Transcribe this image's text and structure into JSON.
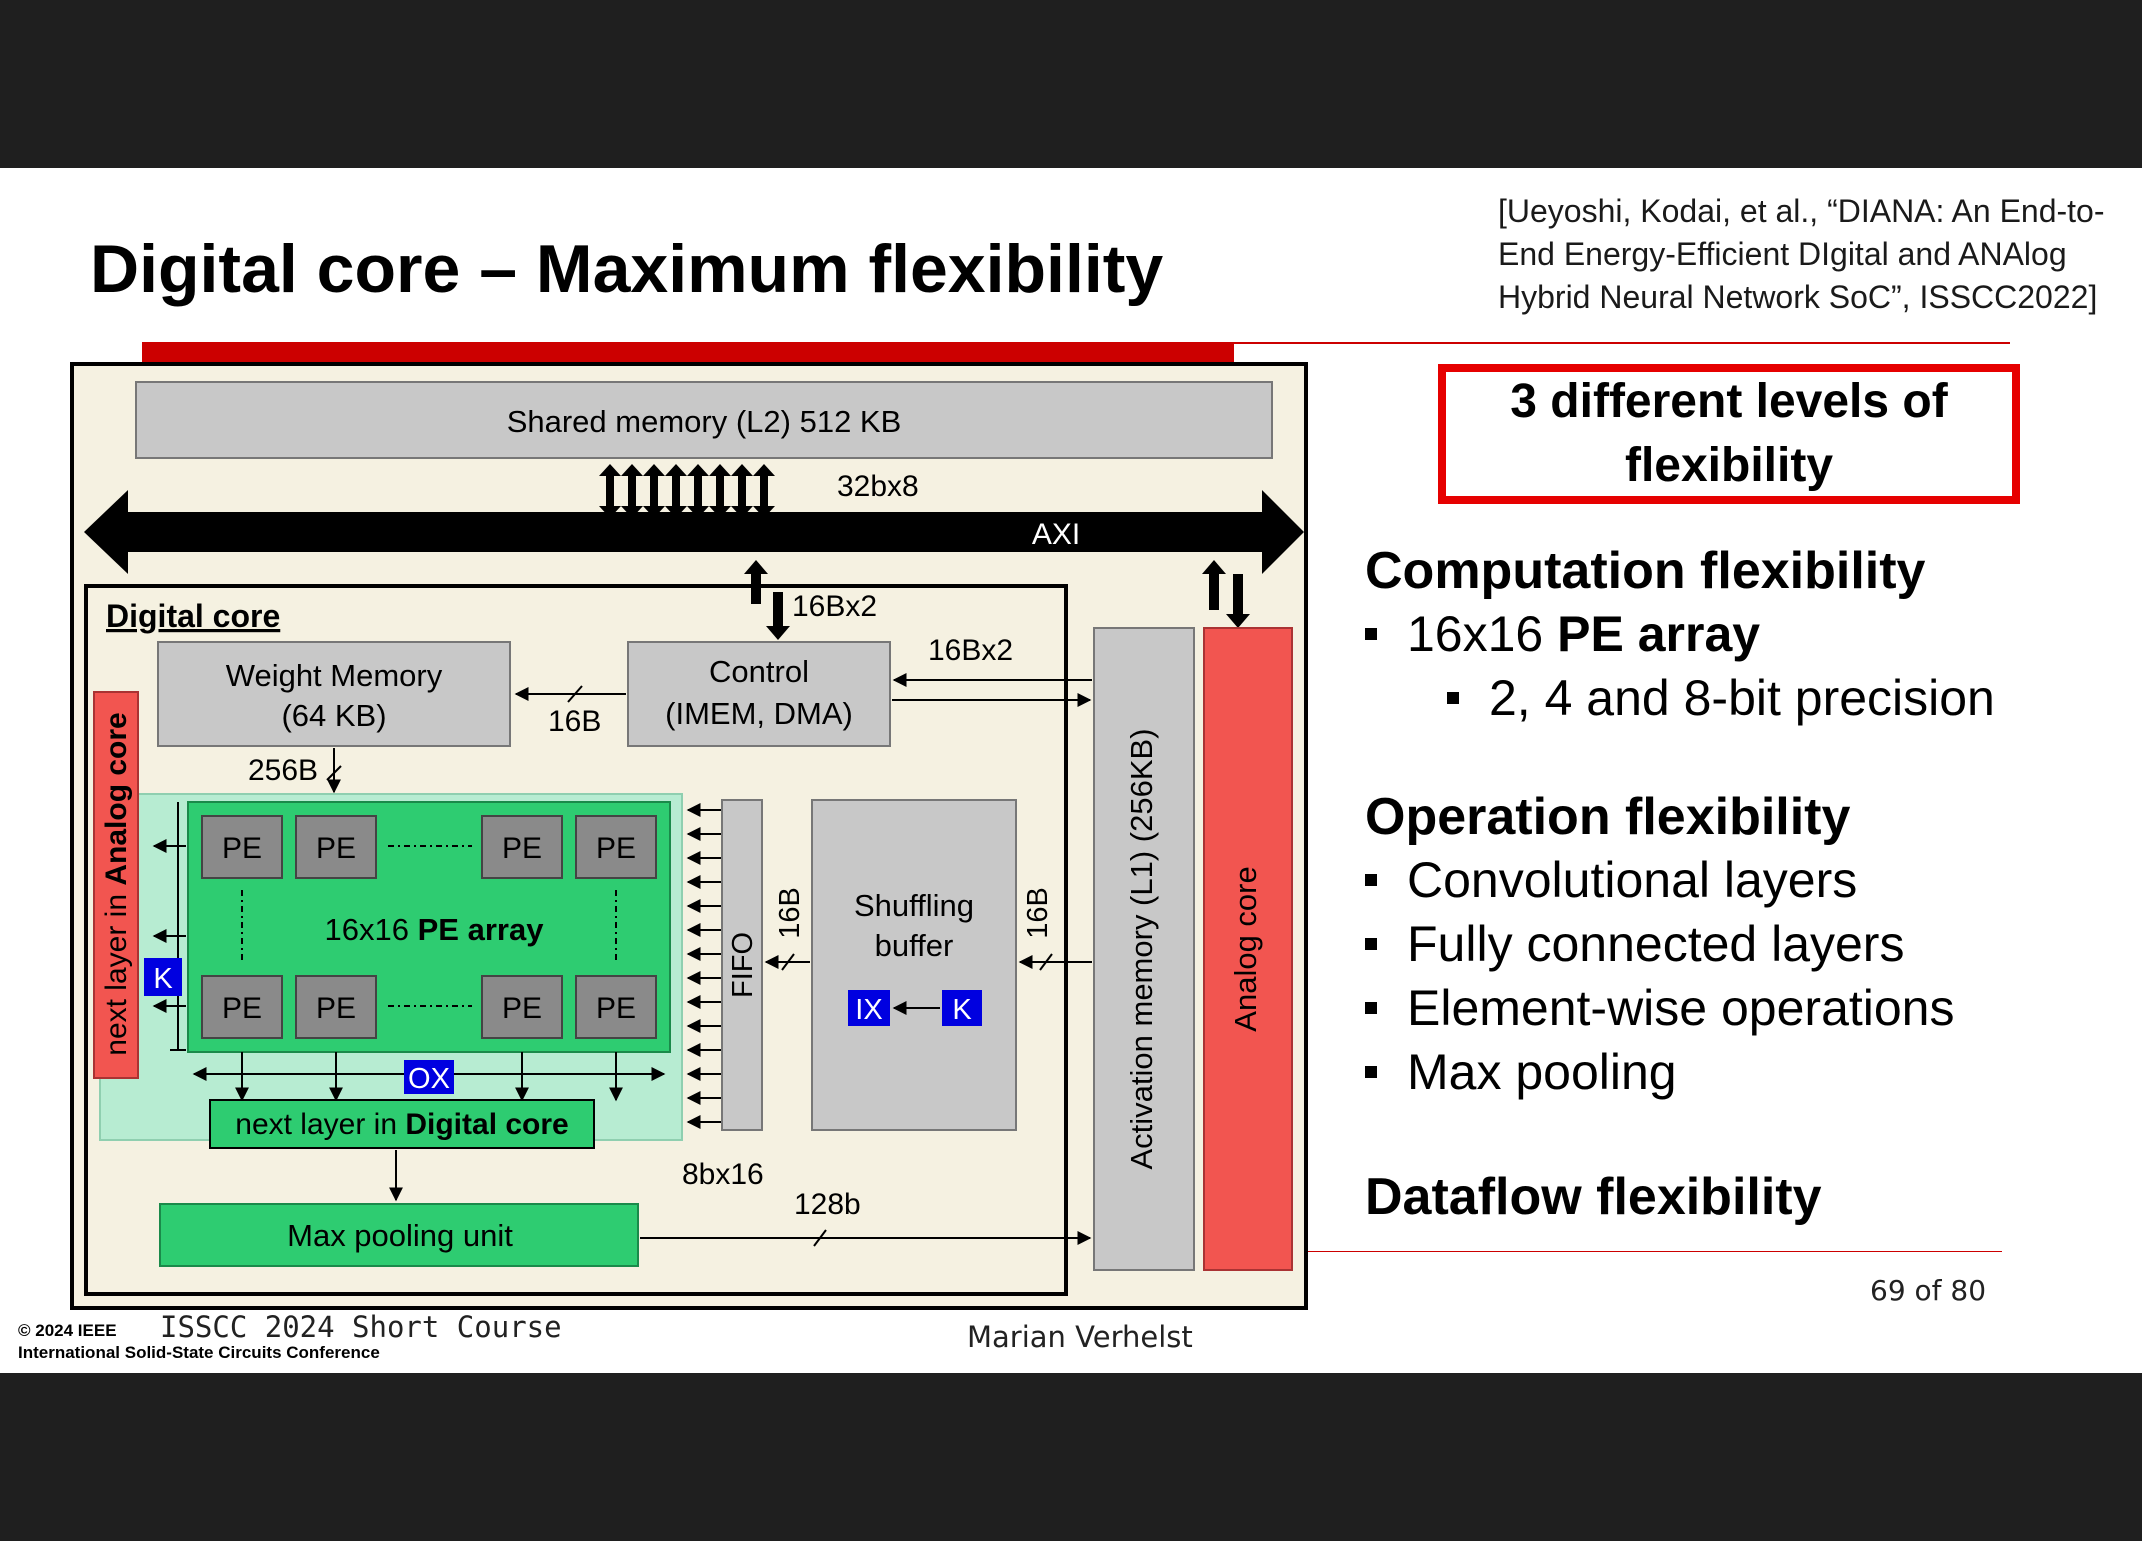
{
  "slide": {
    "title": "Digital core – Maximum flexibility",
    "citation": "[Ueyoshi, Kodai, et al., “DIANA: An End-to-End Energy-Efficient DIgital and ANAlog Hybrid Neural Network SoC”, ISSCC2022]"
  },
  "diagram": {
    "shared_memory": "Shared memory (L2) 512 KB",
    "axi_width": "32bx8",
    "axi": "AXI",
    "digital_core": "Digital core",
    "ctrl_width": "16Bx2",
    "act_ctrl_width": "16Bx2",
    "weight_memory_l1": "Weight Memory",
    "weight_memory_l2": "(64 KB)",
    "control_l1": "Control",
    "control_l2": "(IMEM, DMA)",
    "ctrl_to_weight": "16B",
    "weight_out": "256B",
    "next_layer_analog_prefix": "next layer in ",
    "next_layer_analog_bold": "Analog core",
    "pe": "PE",
    "pe_array_prefix": "16x16 ",
    "pe_array_bold": "PE array",
    "k": "K",
    "ox": "OX",
    "ix": "IX",
    "next_layer_digital_prefix": "next layer in ",
    "next_layer_digital_bold": "Digital core",
    "fifo": "FIFO",
    "fifo_width": "16B",
    "shuffle_l1": "Shuffling",
    "shuffle_l2": "buffer",
    "shuffle_width": "16B",
    "fifo_bottom": "8bx16",
    "max_pool": "Max pooling unit",
    "maxpool_width": "128b",
    "activation_memory": "Activation memory (L1) (256KB)",
    "analog_core": "Analog core"
  },
  "callout": {
    "line1": "3 different levels of",
    "line2": "flexibility"
  },
  "bullets": {
    "computation": "Computation flexibility",
    "pe_array_prefix": "16x16 ",
    "pe_array_bold": "PE array",
    "precision": "2, 4 and 8-bit precision",
    "operation": "Operation flexibility",
    "op1": "Convolutional layers",
    "op2": "Fully connected layers",
    "op3": "Element-wise operations",
    "op4": "Max pooling",
    "dataflow": "Dataflow flexibility"
  },
  "footer": {
    "page": "69 of 80",
    "copyright_l1": "© 2024 IEEE",
    "copyright_l2": "International Solid-State Circuits Conference",
    "course": "ISSCC 2024 Short Course",
    "author": "Marian Verhelst"
  },
  "colors": {
    "accent_red": "#cc0000",
    "callout_border": "#e60000",
    "pe_green": "#2ecc71",
    "pe_light": "#b7ecd2",
    "analog_red": "#f25550",
    "blue_tag": "#0000e0",
    "block_gray": "#c8c8c8",
    "diagram_bg": "#f5f1e1"
  }
}
